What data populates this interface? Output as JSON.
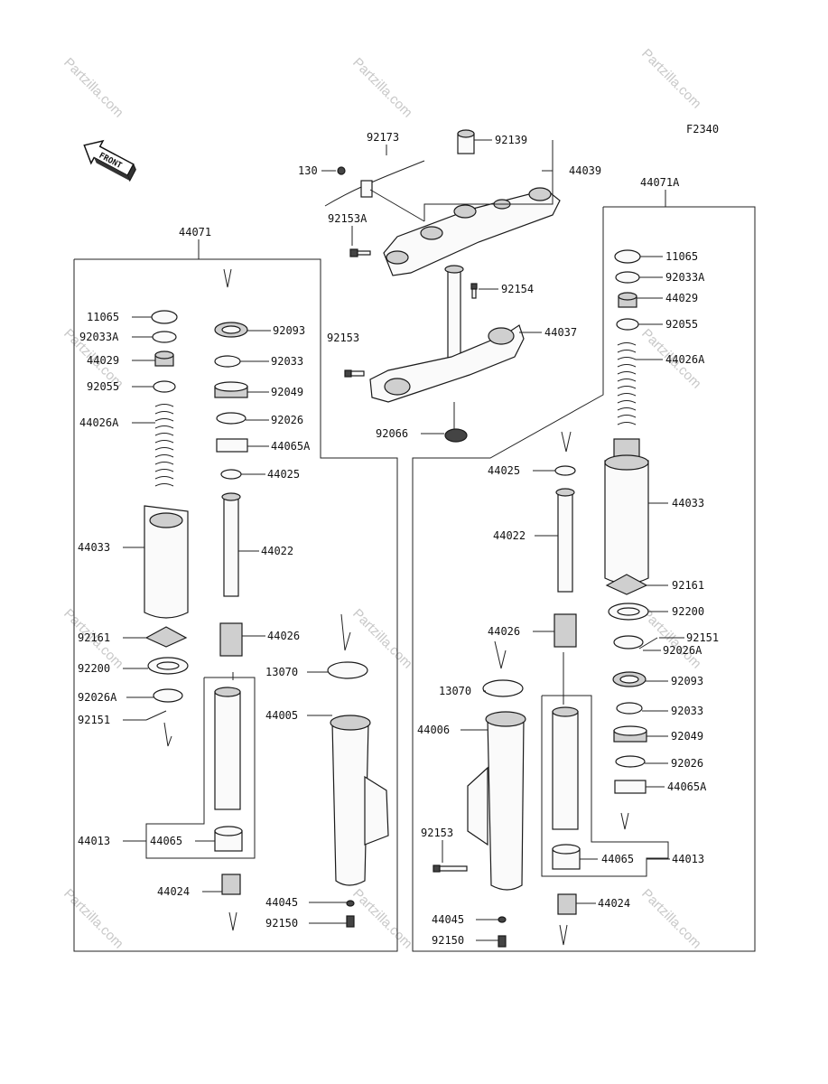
{
  "figure_code": "F2340",
  "front_arrow_label": "FRONT",
  "watermark_text": "Partzilla.com",
  "labels": {
    "l44071": "44071",
    "l44071A": "44071A",
    "l92173": "92173",
    "l92139": "92139",
    "l130": "130",
    "l44039": "44039",
    "l92153A": "92153A",
    "l92154": "92154",
    "l92153_center": "92153",
    "l44037": "44037",
    "l92066": "92066",
    "L": {
      "11065": "11065",
      "92033A": "92033A",
      "44029": "44029",
      "92055": "92055",
      "44026A": "44026A",
      "44033": "44033",
      "92161": "92161",
      "92200": "92200",
      "92026A": "92026A",
      "92151": "92151",
      "44013": "44013",
      "44065": "44065",
      "44024": "44024",
      "92093": "92093",
      "92033": "92033",
      "92049": "92049",
      "92026": "92026",
      "44065A": "44065A",
      "44025": "44025",
      "44022": "44022",
      "44026": "44026",
      "13070": "13070",
      "44005": "44005",
      "44045": "44045",
      "92150": "92150"
    },
    "R": {
      "11065": "11065",
      "92033A": "92033A",
      "44029": "44029",
      "92055": "92055",
      "44026A": "44026A",
      "44033": "44033",
      "92161": "92161",
      "92200": "92200",
      "92151": "92151",
      "92026A": "92026A",
      "92093": "92093",
      "92033": "92033",
      "92049": "92049",
      "92026": "92026",
      "44065A": "44065A",
      "44065": "44065",
      "44013": "44013",
      "44024": "44024",
      "44025": "44025",
      "44022": "44022",
      "44026": "44026",
      "13070": "13070",
      "44006": "44006",
      "92153": "92153",
      "44045": "44045",
      "92150": "92150"
    }
  }
}
